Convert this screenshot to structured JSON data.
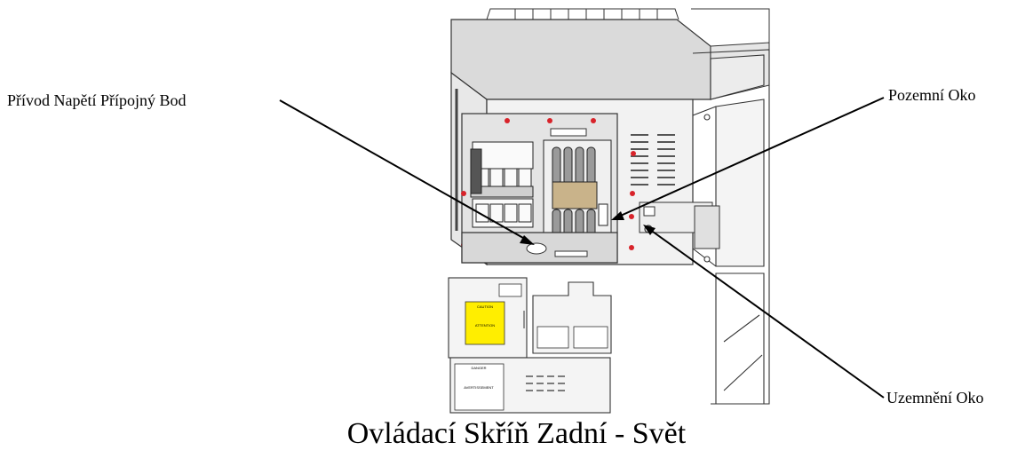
{
  "labels": {
    "supply_point": "Přívod Napětí Přípojný Bod",
    "ground_lug": "Pozemní Oko",
    "earth_lug": "Uzemnění Oko"
  },
  "caption": "Ovládací Skříň Zadní - Svět",
  "stickers": {
    "caution_title": "CAUTION",
    "attention_title": "ATTENTION",
    "danger_title": "DANGER",
    "avertissement_title": "AVERTISSEMENT"
  },
  "colors": {
    "caution_sticker": "#ffee00",
    "enclosure_fill": "#f2f2f2",
    "panel_fill": "#e4e4e4",
    "lid_fill": "#dadada",
    "terminal_block": "#c9b38a",
    "red_screw": "#d8232a"
  }
}
